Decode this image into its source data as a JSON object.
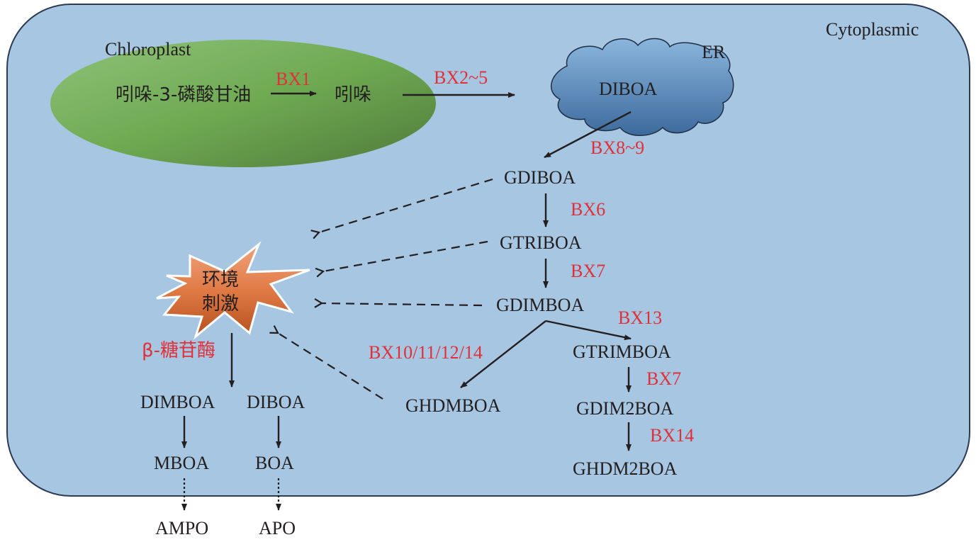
{
  "compartments": {
    "cytoplasm": "Cytoplasmic",
    "chloroplast": "Chloroplast",
    "er": "ER",
    "stimulus": [
      "环境",
      "刺激"
    ]
  },
  "compounds": {
    "igp": "吲哚-3-磷酸甘油",
    "indole": "吲哚",
    "diboa_er": "DIBOA",
    "gdiboa": "GDIBOA",
    "gtriboa": "GTRIBOA",
    "gdimboa": "GDIMBOA",
    "gtrimboa": "GTRIMBOA",
    "gdim2boa": "GDIM2BOA",
    "ghdm2boa": "GHDM2BOA",
    "ghdmboa": "GHDMBOA",
    "dimboa": "DIMBOA",
    "diboa": "DIBOA",
    "mboa": "MBOA",
    "boa": "BOA",
    "ampo": "AMPO",
    "apo": "APO"
  },
  "enzymes": {
    "bx1": "BX1",
    "bx2_5": "BX2~5",
    "bx8_9": "BX8~9",
    "bx6": "BX6",
    "bx7a": "BX7",
    "bx13": "BX13",
    "bx10_14": "BX10/11/12/14",
    "bx7b": "BX7",
    "bx14": "BX14",
    "glucosidase": "β-糖苷酶"
  },
  "colors": {
    "cytoplasm_fill": "#a6c6e1",
    "outline": "#2b3a55",
    "chloroplast": "#6ea84f",
    "er": "#5b8fc0",
    "stimulus": "#e07a45",
    "enzyme_text": "#e0313a",
    "compound_text": "#231f20"
  }
}
